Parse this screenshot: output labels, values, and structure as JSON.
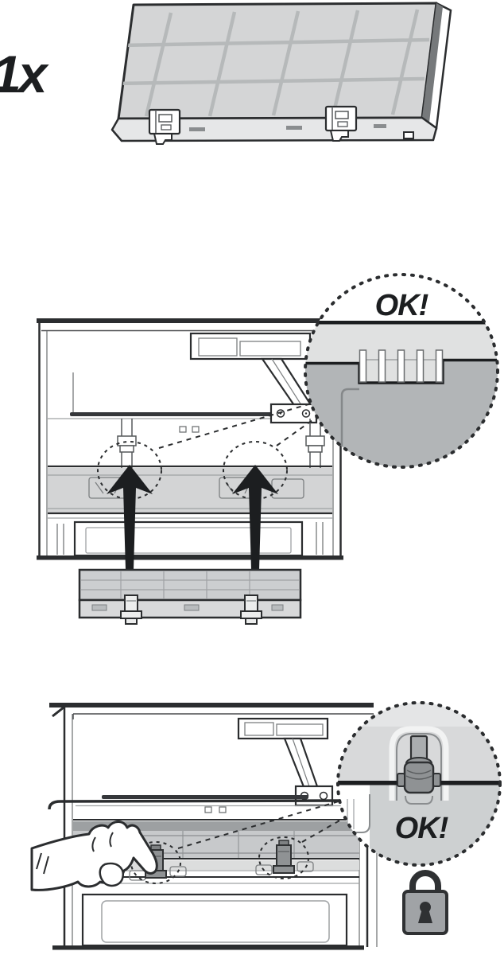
{
  "page": {
    "background": "#ffffff"
  },
  "palette": {
    "outline": "#2b2d2f",
    "black": "#1c1e20",
    "panel_fill": "#d4d5d6",
    "panel_grid": "#b6b9ba",
    "light_gray": "#e0e1e1",
    "mid_gray": "#c7c9cb",
    "dark_gray": "#b2b5b7",
    "shadow_gray": "#9da0a2",
    "padlock": "#a0a3a6",
    "circle_gray": "#d8d9da"
  },
  "quantity_label": "1x",
  "callouts": {
    "step1": "OK!",
    "step2": "OK!"
  },
  "icons": [
    "spare-panel-part",
    "up-arrow-icon",
    "magnifier-circle-icon",
    "pointing-hand-icon",
    "padlock-icon"
  ]
}
